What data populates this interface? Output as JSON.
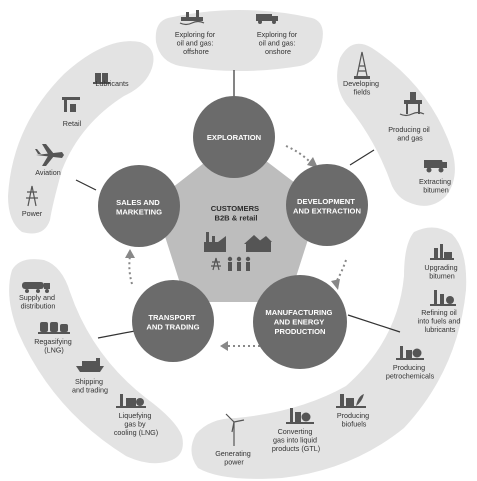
{
  "center": {
    "lines": [
      "CUSTOMERS",
      "B2B & retail"
    ]
  },
  "stages": [
    {
      "id": "exploration",
      "lines": [
        "EXPLORATION"
      ]
    },
    {
      "id": "development",
      "lines": [
        "DEVELOPMENT",
        "AND EXTRACTION"
      ]
    },
    {
      "id": "manufacturing",
      "lines": [
        "MANUFACTURING",
        "AND ENERGY",
        "PRODUCTION"
      ]
    },
    {
      "id": "transport",
      "lines": [
        "TRANSPORT",
        "AND TRADING"
      ]
    },
    {
      "id": "sales",
      "lines": [
        "SALES AND",
        "MARKETING"
      ]
    }
  ],
  "activities": [
    {
      "id": "offshore",
      "icon": "offshore-rig-icon",
      "lines": [
        "Exploring for",
        "oil and gas:",
        "offshore"
      ]
    },
    {
      "id": "onshore",
      "icon": "survey-truck-icon",
      "lines": [
        "Exploring for",
        "oil and gas:",
        "onshore"
      ]
    },
    {
      "id": "developing-fields",
      "icon": "drilling-derrick-icon",
      "lines": [
        "Developing",
        "fields"
      ]
    },
    {
      "id": "producing",
      "icon": "production-platform-icon",
      "lines": [
        "Producing oil",
        "and gas"
      ]
    },
    {
      "id": "bitumen",
      "icon": "dump-truck-icon",
      "lines": [
        "Extracting",
        "bitumen"
      ]
    },
    {
      "id": "upgrading",
      "icon": "upgrader-icon",
      "lines": [
        "Upgrading",
        "bitumen"
      ]
    },
    {
      "id": "refining",
      "icon": "refinery-icon",
      "lines": [
        "Refining oil",
        "into fuels and",
        "lubricants"
      ]
    },
    {
      "id": "petrochemicals",
      "icon": "chemical-plant-icon",
      "lines": [
        "Producing",
        "petrochemicals"
      ]
    },
    {
      "id": "biofuels",
      "icon": "biofuel-plant-icon",
      "lines": [
        "Producing",
        "biofuels"
      ]
    },
    {
      "id": "gtl",
      "icon": "gtl-plant-icon",
      "lines": [
        "Converting",
        "gas into liquid",
        "products (GTL)"
      ]
    },
    {
      "id": "power-gen",
      "icon": "wind-turbine-icon",
      "lines": [
        "Generating",
        "power"
      ]
    },
    {
      "id": "liquefying",
      "icon": "lng-plant-icon",
      "lines": [
        "Liquefying",
        "gas by",
        "cooling (LNG)"
      ]
    },
    {
      "id": "shipping",
      "icon": "tanker-ship-icon",
      "lines": [
        "Shipping",
        "and trading"
      ]
    },
    {
      "id": "regasifying",
      "icon": "regas-tanks-icon",
      "lines": [
        "Regasifying",
        "(LNG)"
      ]
    },
    {
      "id": "supply",
      "icon": "tanker-truck-icon",
      "lines": [
        "Supply and",
        "distribution"
      ]
    },
    {
      "id": "power",
      "icon": "power-pylon-icon",
      "lines": [
        "Power"
      ]
    },
    {
      "id": "aviation",
      "icon": "airplane-icon",
      "lines": [
        "Aviation"
      ]
    },
    {
      "id": "retail",
      "icon": "fuel-station-icon",
      "lines": [
        "Retail"
      ]
    },
    {
      "id": "lubricants",
      "icon": "oil-can-icon",
      "lines": [
        "Lubricants"
      ]
    }
  ],
  "colors": {
    "band": "#e3e3e3",
    "stage": "#6b6b6b",
    "pentagon": "#bdbdbd",
    "arrow": "#888888",
    "icon": "#555555",
    "text": "#333333"
  }
}
